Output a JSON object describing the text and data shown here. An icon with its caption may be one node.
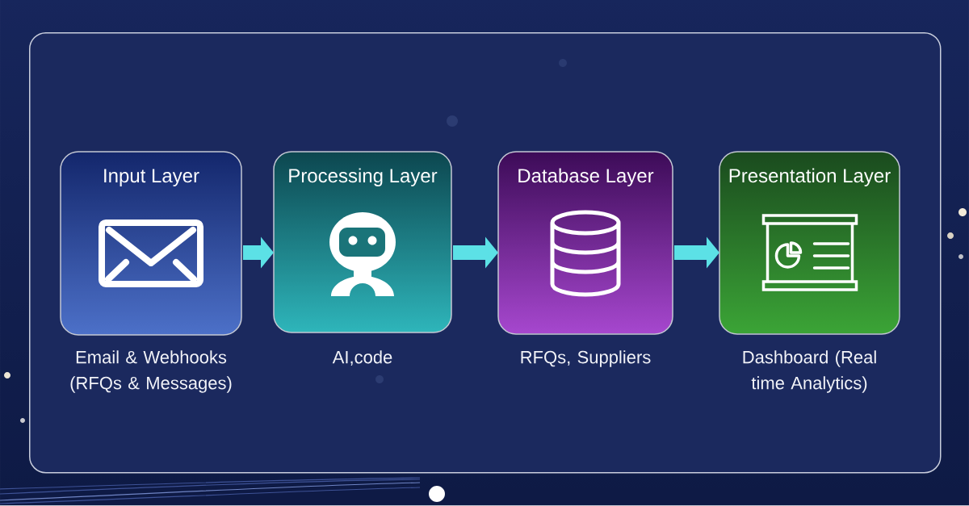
{
  "diagram": {
    "nodes": [
      {
        "text": [],
        "shape": "box"
      },
      {
        "text": [
          "Input Layer"
        ],
        "beside": [
          "Email & Webhooks (RFQs & Messages)"
        ],
        "in": 0
      },
      {
        "text": [
          "Processing Layer"
        ],
        "beside": [
          "AI,code"
        ],
        "in": 0
      },
      {
        "text": [
          "Database Layer"
        ],
        "beside": [
          "RFQs, Suppliers"
        ],
        "in": 0
      },
      {
        "text": [
          "Presentation Layer"
        ],
        "beside": [
          "Dashboard (Real time Analytics)"
        ],
        "in": 0
      }
    ],
    "edges": [
      {
        "from": 1,
        "to": 2,
        "arrow": "to"
      },
      {
        "from": 2,
        "to": 3,
        "arrow": "to"
      },
      {
        "from": 3,
        "to": 4,
        "arrow": "to"
      }
    ]
  }
}
